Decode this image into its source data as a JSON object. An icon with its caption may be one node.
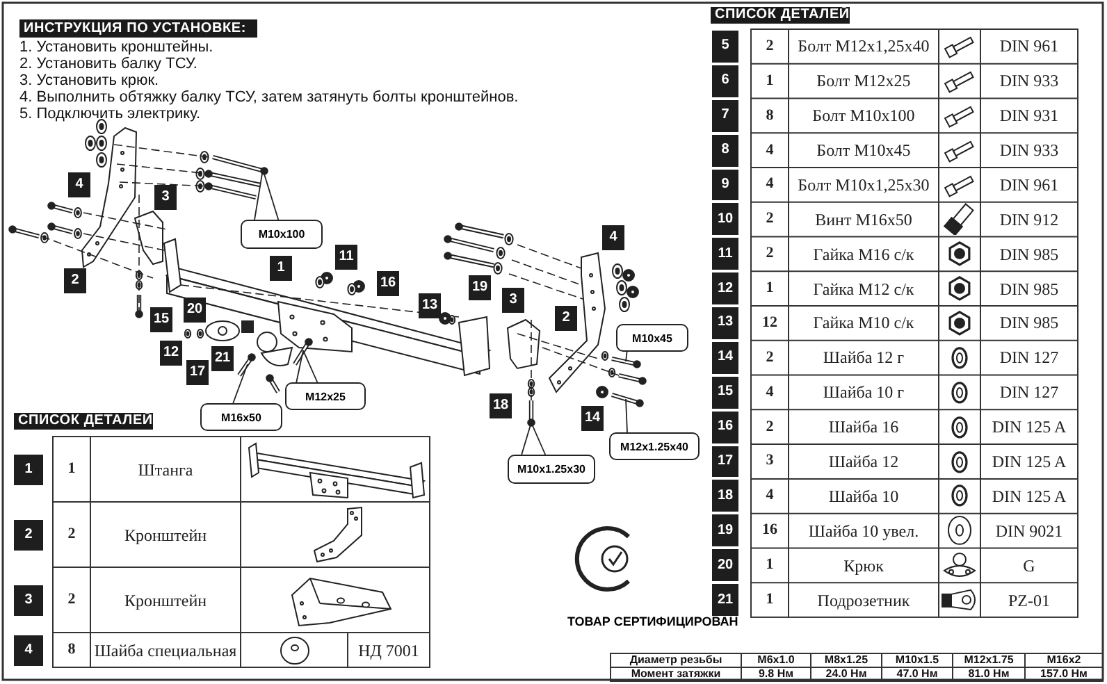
{
  "diagram": {
    "nodes": [
      {
        "text": [
          "M10x100"
        ]
      },
      {
        "text": [
          "M12x25"
        ]
      },
      {
        "text": [
          "M16x50"
        ]
      },
      {
        "text": [
          "M10x45"
        ]
      },
      {
        "text": [
          "M12x1.25x40"
        ]
      },
      {
        "text": [
          "M10x1.25x30"
        ]
      },
      {
        "text": [],
        "shape": "picture"
      },
      {
        "text": [],
        "shape": "picture"
      },
      {
        "text": [],
        "shape": "picture"
      },
      {
        "text": [],
        "shape": "picture"
      },
      {
        "text": [],
        "shape": "picture"
      },
      {
        "text": [],
        "shape": "picture"
      }
    ],
    "edges": [
      {
        "from": 0,
        "to": 6,
        "arrow": "none"
      },
      {
        "from": 0,
        "to": 6,
        "arrow": "none"
      },
      {
        "from": 1,
        "to": 7,
        "arrow": "none"
      },
      {
        "from": 1,
        "to": 7,
        "arrow": "none"
      },
      {
        "from": 2,
        "to": 8,
        "arrow": "none"
      },
      {
        "from": 3,
        "to": 9,
        "arrow": "none"
      },
      {
        "from": 4,
        "to": 10,
        "arrow": "none"
      },
      {
        "from": 5,
        "to": 11,
        "arrow": "none"
      },
      {
        "from": 5,
        "to": 11,
        "arrow": "none"
      }
    ],
    "labels": [
      "ИНСТРУКЦИЯ ПО УСТАНОВКЕ:",
      "1. Установить кронштейны.",
      "2. Установить балку ТСУ.",
      "3. Установить крюк.",
      "4. Выполнить обтяжку балку ТСУ, затем затянуть болты кронштейнов.",
      "5. Подключить электрику.",
      "СПИСОК ДЕТАЛЕЙ",
      "5",
      "2",
      "Болт M12x1,25x40",
      "DIN 961",
      "6",
      "1",
      "Болт M12x25",
      "DIN 933",
      "7",
      "8",
      "Болт M10x100",
      "DIN 931",
      "8",
      "4",
      "Болт M10x45",
      "DIN 933",
      "9",
      "4",
      "Болт M10x1,25x30",
      "DIN 961",
      "10",
      "2",
      "Винт M16x50",
      "DIN 912",
      "11",
      "2",
      "Гайка M16 с/к",
      "DIN 985",
      "12",
      "1",
      "Гайка M12 с/к",
      "DIN 985",
      "13",
      "12",
      "Гайка M10 с/к",
      "DIN 985",
      "14",
      "2",
      "Шайба 12 г",
      "DIN 127",
      "15",
      "4",
      "Шайба 10 г",
      "DIN 127",
      "16",
      "2",
      "Шайба 16",
      "DIN 125 A",
      "17",
      "3",
      "Шайба 12",
      "DIN 125 A",
      "18",
      "4",
      "Шайба 10",
      "DIN 125 A",
      "19",
      "16",
      "Шайба 10 увел.",
      "DIN 9021",
      "20",
      "1",
      "Крюк",
      "G",
      "21",
      "1",
      "Подрозетник",
      "PZ-01",
      "СПИСОК ДЕТАЛЕЙ",
      "1",
      "1",
      "Штанга",
      "2",
      "2",
      "Кронштейн",
      "3",
      "2",
      "Кронштейн",
      "4",
      "8",
      "Шайба специальная",
      "НД 7001",
      "ТОВАР СЕРТИФИЦИРОВАН",
      "Диаметр резьбы",
      "M6x1.0",
      "M8x1.25",
      "M10x1.5",
      "M12x1.75",
      "M16x2",
      "Момент затяжки",
      "9.8 Нм",
      "24.0 Нм",
      "47.0 Нм",
      "81.0 Нм",
      "157.0 Нм",
      "4",
      "3",
      "2",
      "1",
      "11",
      "16",
      "15",
      "20",
      "12",
      "17",
      "21",
      "13",
      "19",
      "3",
      "2",
      "4",
      "18",
      "14"
    ]
  }
}
